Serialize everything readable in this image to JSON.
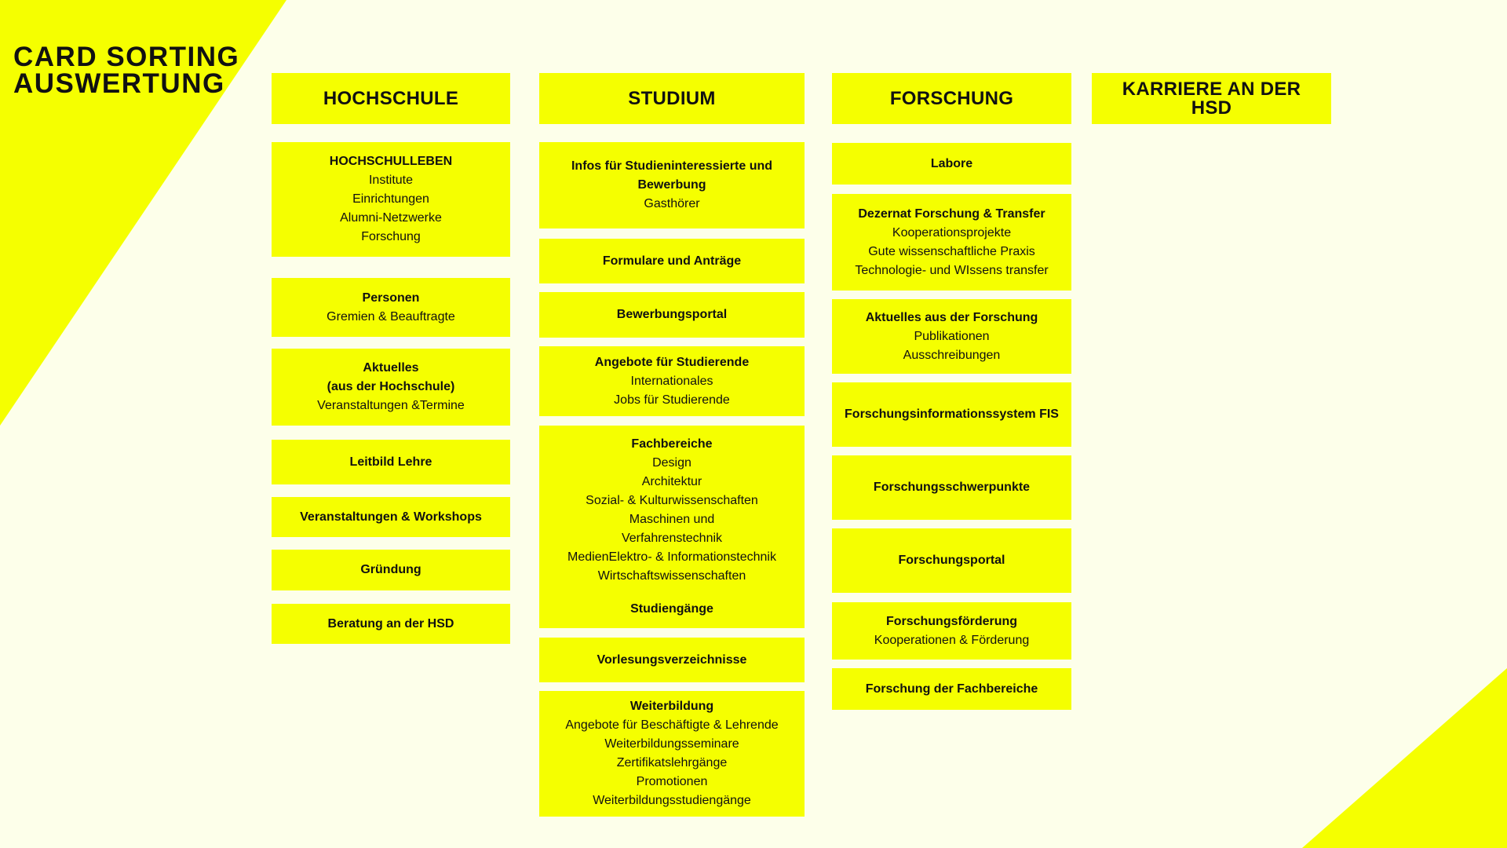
{
  "title": [
    "CARD SORTING",
    "AUSWERTUNG"
  ],
  "colors": {
    "accent": "#F5FF00",
    "background": "#FDFFEA"
  },
  "columns": [
    {
      "header": "HOCHSCHULE",
      "cards": [
        {
          "title": [
            "HOCHSCHULLEBEN"
          ],
          "lines": [
            "Institute",
            "Einrichtungen",
            "Alumni-Netzwerke",
            "Forschung"
          ]
        },
        {
          "title": [
            "Personen"
          ],
          "lines": [
            "Gremien & Beauftragte"
          ]
        },
        {
          "title": [
            "Aktuelles",
            "(aus der Hochschule)"
          ],
          "lines": [
            "Veranstaltungen &Termine"
          ]
        },
        {
          "title": [
            "Leitbild Lehre"
          ],
          "lines": []
        },
        {
          "title": [
            "Veranstaltungen & Workshops"
          ],
          "lines": []
        },
        {
          "title": [
            "Gründung"
          ],
          "lines": []
        },
        {
          "title": [
            "Beratung an der HSD"
          ],
          "lines": []
        }
      ]
    },
    {
      "header": "STUDIUM",
      "cards": [
        {
          "title": [
            "Infos für Studieninteressierte und",
            "Bewerbung"
          ],
          "lines": [
            "Gasthörer"
          ]
        },
        {
          "title": [
            "Formulare und Anträge"
          ],
          "lines": []
        },
        {
          "title": [
            "Bewerbungsportal"
          ],
          "lines": []
        },
        {
          "title": [
            "Angebote für Studierende"
          ],
          "lines": [
            "Internationales",
            "Jobs für Studierende"
          ]
        },
        {
          "title": [
            "Fachbereiche"
          ],
          "lines": [
            "Design",
            "Architektur",
            "Sozial- & Kulturwissenschaften",
            "Maschinen und",
            "Verfahrenstechnik",
            "MedienElektro- & Informationstechnik",
            "Wirtschaftswissenschaften"
          ],
          "footer": "Studiengänge"
        },
        {
          "title": [
            "Vorlesungsverzeichnisse"
          ],
          "lines": []
        },
        {
          "title": [
            "Weiterbildung"
          ],
          "lines": [
            "Angebote für Beschäftigte & Lehrende",
            "Weiterbildungsseminare",
            "Zertifikatslehrgänge",
            "Promotionen",
            "Weiterbildungsstudiengänge"
          ]
        }
      ]
    },
    {
      "header": "FORSCHUNG",
      "cards": [
        {
          "title": [
            "Labore"
          ],
          "lines": []
        },
        {
          "title": [
            "Dezernat Forschung & Transfer"
          ],
          "lines": [
            "Kooperationsprojekte",
            "Gute wissenschaftliche Praxis",
            "Technologie- und WIssens transfer"
          ]
        },
        {
          "title": [
            "Aktuelles aus der Forschung"
          ],
          "lines": [
            "Publikationen",
            "Ausschreibungen"
          ]
        },
        {
          "title": [
            "Forschungsinformationssystem FIS"
          ],
          "lines": []
        },
        {
          "title": [
            "Forschungsschwerpunkte"
          ],
          "lines": []
        },
        {
          "title": [
            "Forschungsportal"
          ],
          "lines": []
        },
        {
          "title": [
            "Forschungsförderung"
          ],
          "lines": [
            "Kooperationen & Förderung"
          ]
        },
        {
          "title": [
            "Forschung der Fachbereiche"
          ],
          "lines": []
        }
      ]
    },
    {
      "header": "KARRIERE AN DER HSD",
      "cards": []
    }
  ]
}
